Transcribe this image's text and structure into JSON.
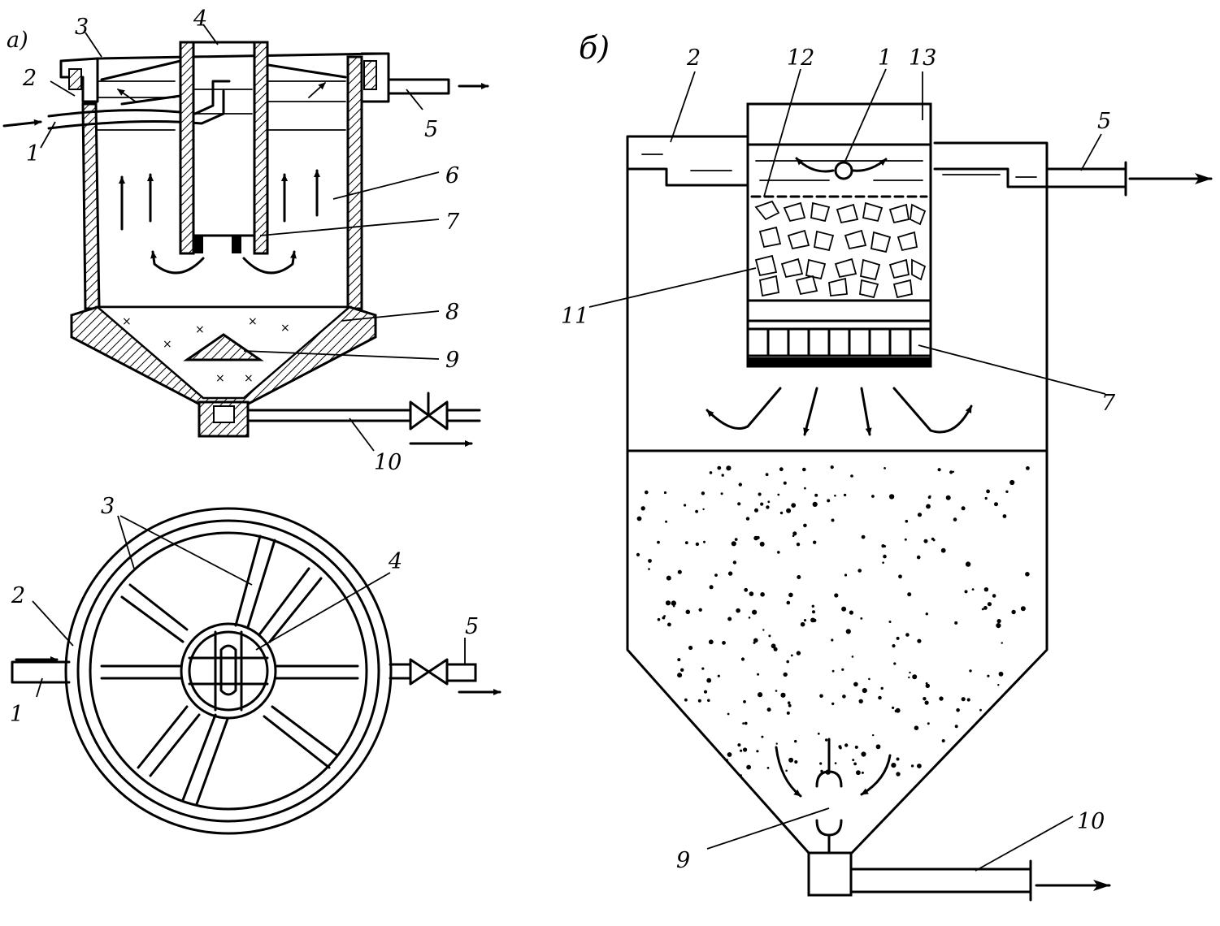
{
  "panel_a": {
    "title": "a)",
    "section_labels": {
      "inlet": "1",
      "collecting_trough": "2",
      "distribution_arms": "3",
      "central_pipe": "4",
      "outlet": "5",
      "settling_zone": "6",
      "reflector": "7",
      "sludge_zone": "8",
      "cone": "9",
      "sludge_drain": "10"
    },
    "plan_labels": {
      "inlet": "1",
      "trough": "2",
      "arms": "3",
      "central_pipe": "4",
      "outlet": "5"
    }
  },
  "panel_b": {
    "title": "б)",
    "labels": {
      "inlet": "1",
      "trough": "2",
      "outlet": "5",
      "grate": "7",
      "sludge_outlet": "9",
      "drain": "10",
      "filter_layer": "11",
      "top_layer": "12",
      "upper_chamber": "13"
    }
  }
}
